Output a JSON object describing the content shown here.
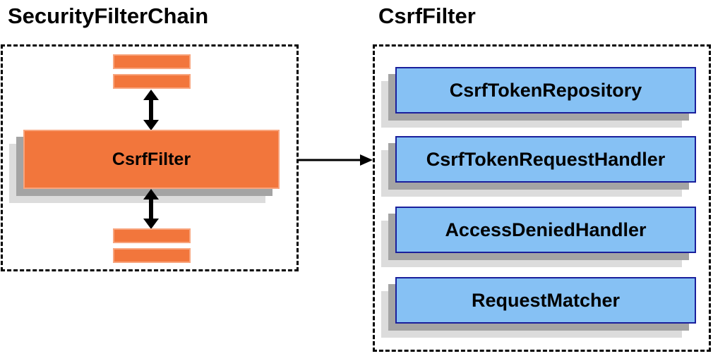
{
  "left_panel": {
    "title": "SecurityFilterChain",
    "main_box_label": "CsrfFilter"
  },
  "right_panel": {
    "title": "CsrfFilter",
    "components": [
      "CsrfTokenRepository",
      "CsrfTokenRequestHandler",
      "AccessDeniedHandler",
      "RequestMatcher"
    ]
  },
  "colors": {
    "orange_fill": "#F2763C",
    "orange_border": "#F8A57E",
    "blue_fill": "#86C1F4",
    "blue_border": "#1A1F9C",
    "shadow_dark": "#A4A4A4",
    "shadow_light": "#DCDCDC",
    "arrow": "#000000",
    "dashed_border": "#000000",
    "text": "#000000",
    "background": "#FFFFFF"
  }
}
